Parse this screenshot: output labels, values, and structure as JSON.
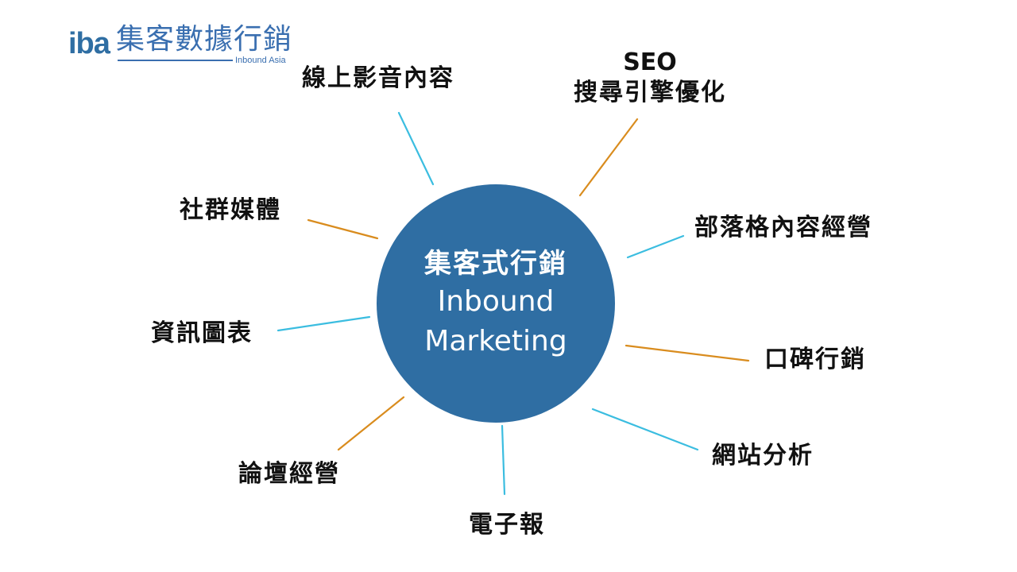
{
  "logo": {
    "mark": "iba",
    "chinese": "集客數據行銷",
    "english": "Inbound Asia"
  },
  "center": {
    "title": "集客式行銷",
    "line1": "Inbound",
    "line2": "Marketing",
    "color": "#2f6ea3"
  },
  "colors": {
    "blue_spoke": "#3bbde0",
    "orange_spoke": "#d98c1e"
  },
  "nodes": {
    "video": "線上影音內容",
    "seo_en": "SEO",
    "seo_cn": "搜尋引擎優化",
    "blog": "部落格內容經營",
    "wom": "口碑行銷",
    "analytics": "網站分析",
    "newsletter": "電子報",
    "forum": "論壇經營",
    "infographic": "資訊圖表",
    "social": "社群媒體"
  }
}
